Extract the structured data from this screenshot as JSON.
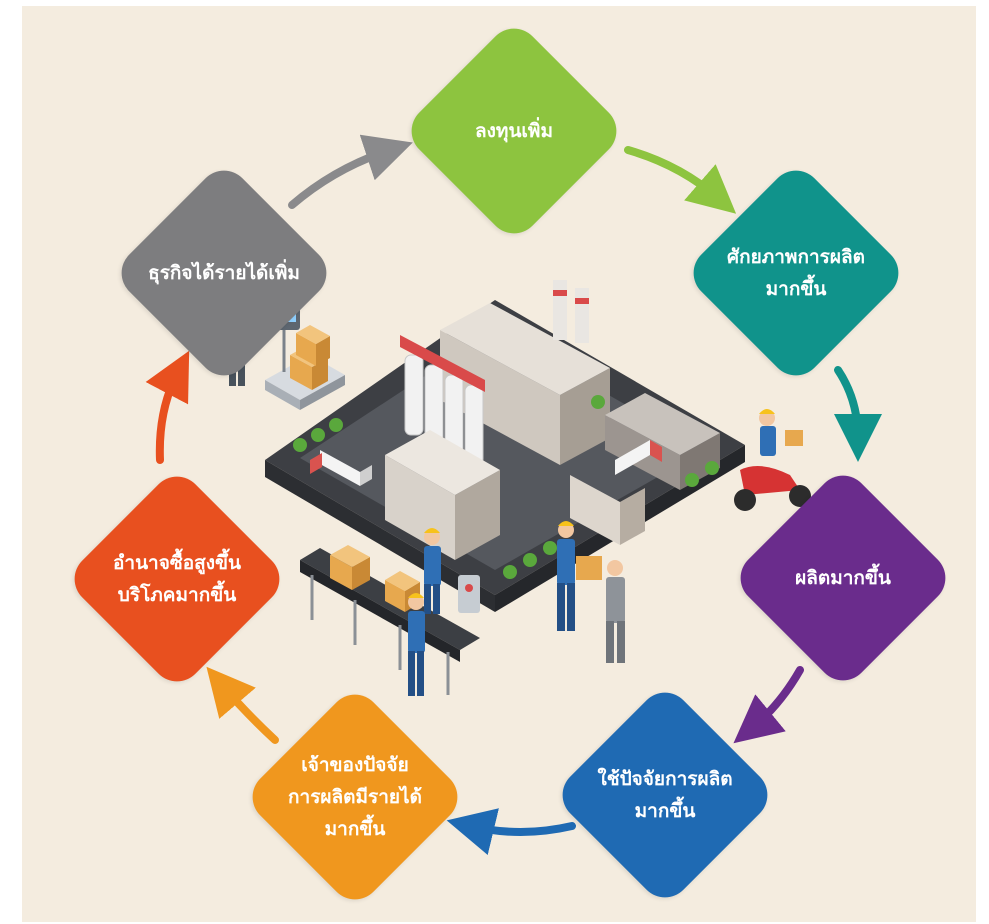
{
  "background_color": "#f4ecdf",
  "steps": [
    {
      "label": "ลงทุนเพิ่ม",
      "color": "#8dc43f"
    },
    {
      "label": "ศักยภาพการผลิต\nมากขึ้น",
      "color": "#10938b"
    },
    {
      "label": "ผลิตมากขึ้น",
      "color": "#6a2c8c"
    },
    {
      "label": "ใช้ปัจจัยการผลิต\nมากขึ้น",
      "color": "#1f6ab3"
    },
    {
      "label": "เจ้าของปัจจัย\nการผลิตมีรายได้\nมากขึ้น",
      "color": "#f0971e"
    },
    {
      "label": "อำนาจซื้อสูงขึ้น\nบริโภคมากขึ้น",
      "color": "#e8501f"
    },
    {
      "label": "ธุรกิจได้รายได้เพิ่ม",
      "color": "#7d7d7f"
    }
  ],
  "center_illustration": "isometric-factory",
  "icons": [
    "arrow-icon",
    "factory-icon",
    "scale-icon",
    "worker-icon",
    "conveyor-icon",
    "scooter-icon",
    "box-icon",
    "truck-icon"
  ]
}
